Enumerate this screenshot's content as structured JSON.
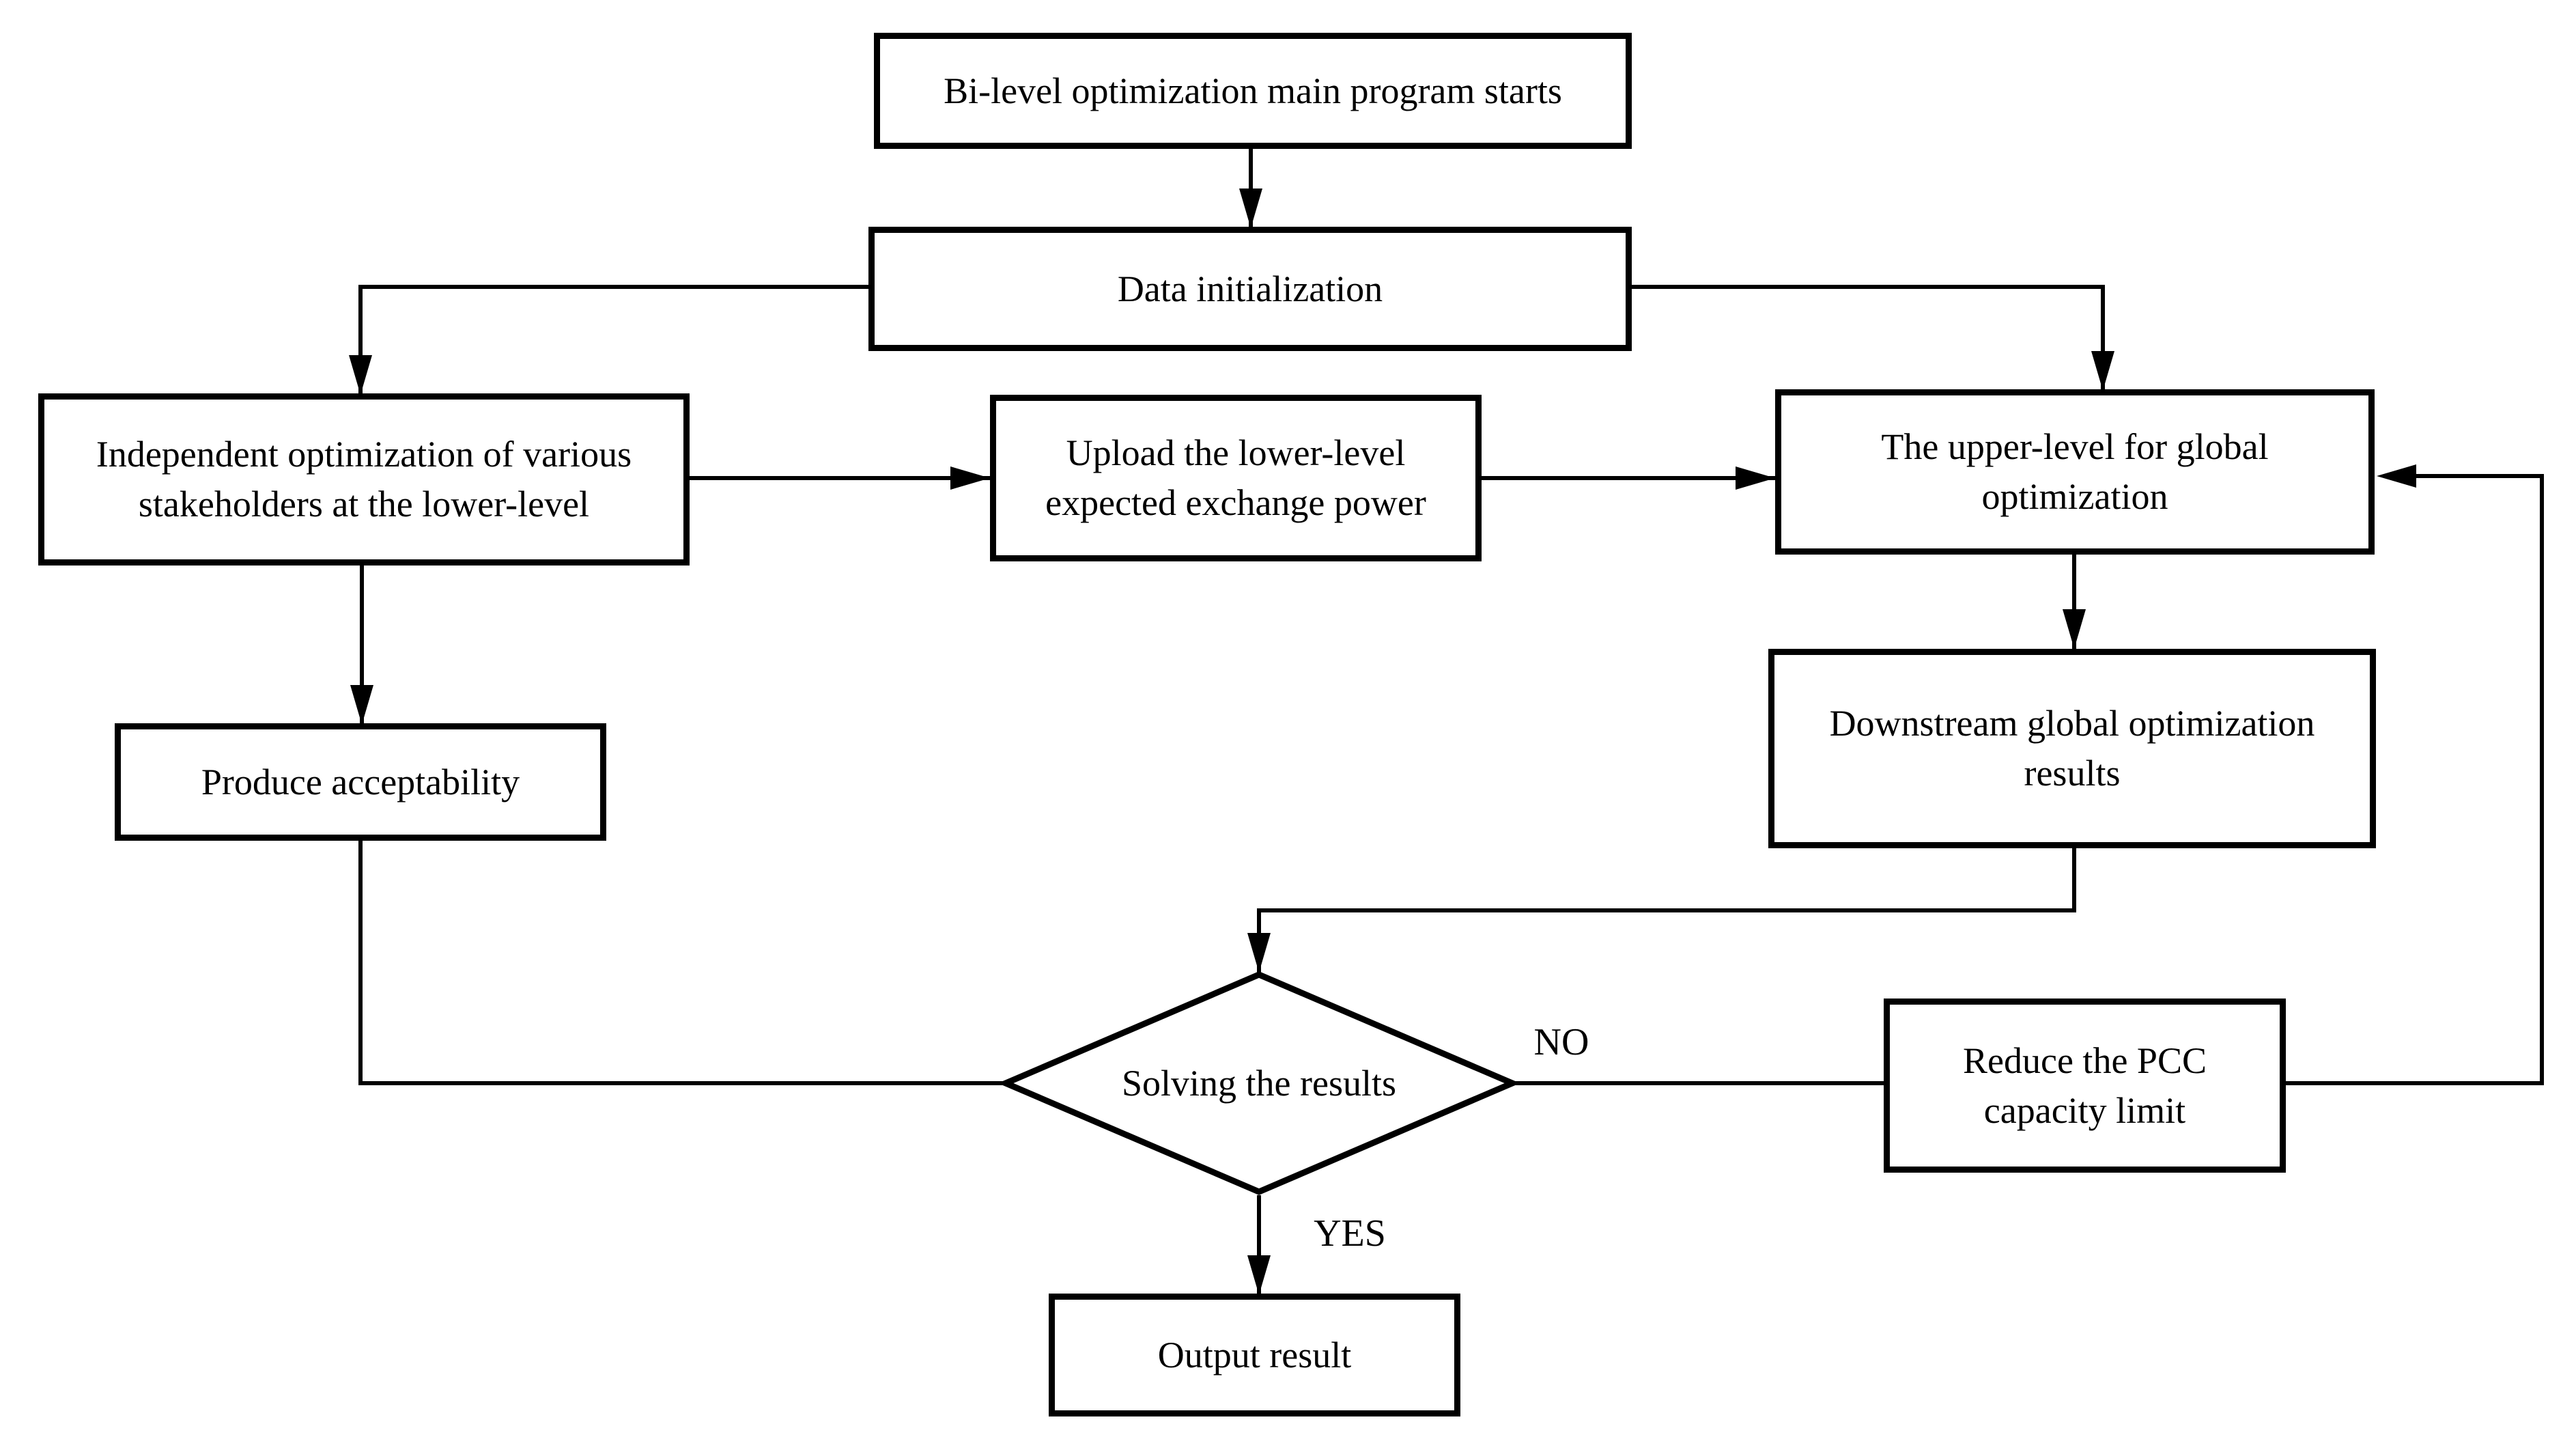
{
  "colors": {
    "background": "#ffffff",
    "line": "#000000",
    "text": "#000000"
  },
  "flowchart": {
    "nodes": {
      "start": {
        "shape": "rect",
        "label": "Bi-level optimization main program starts"
      },
      "data_init": {
        "shape": "rect",
        "label": "Data initialization"
      },
      "independent": {
        "shape": "rect",
        "label": "Independent optimization of various\nstakeholders at the lower-level"
      },
      "upload": {
        "shape": "rect",
        "label": "Upload the lower-level\nexpected exchange power"
      },
      "upper": {
        "shape": "rect",
        "label": "The upper-level for global\noptimization"
      },
      "downstream": {
        "shape": "rect",
        "label": "Downstream global optimization\nresults"
      },
      "produce": {
        "shape": "rect",
        "label": "Produce acceptability"
      },
      "decision": {
        "shape": "diamond",
        "label": "Solving the results"
      },
      "reduce_pcc": {
        "shape": "rect",
        "label": "Reduce the PCC\ncapacity limit"
      },
      "output": {
        "shape": "rect",
        "label": "Output result"
      }
    },
    "edge_labels": {
      "no": "NO",
      "yes": "YES"
    },
    "edges": [
      "start -> data_init",
      "data_init -> independent",
      "data_init -> upper",
      "independent -> upload",
      "upload -> upper",
      "upper -> downstream",
      "downstream -> decision",
      "independent -> produce",
      "produce -> decision",
      "decision -NO-> reduce_pcc",
      "reduce_pcc -> upper",
      "decision -YES-> output"
    ]
  }
}
